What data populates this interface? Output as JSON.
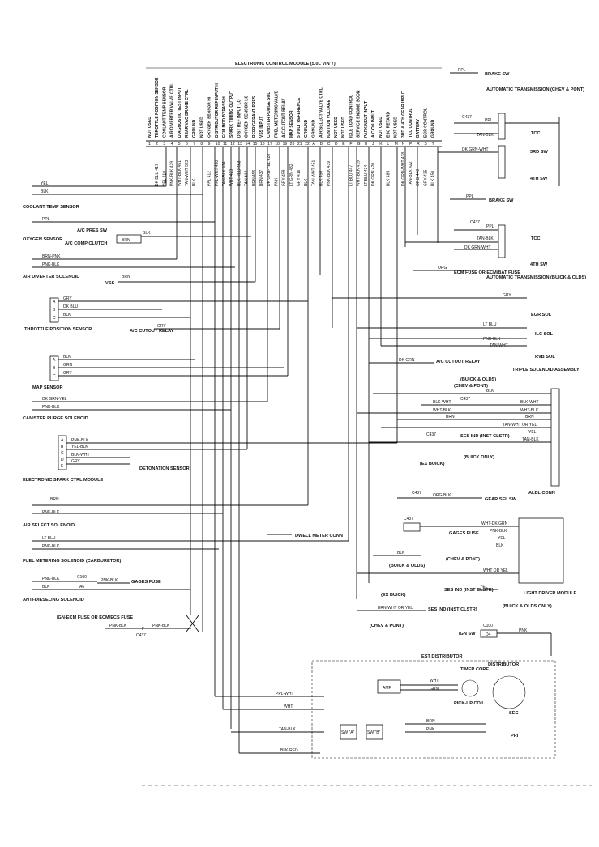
{
  "ecm": {
    "title": "ELECTRONIC CONTROL MODULE (5.0L VIN Y)",
    "pins": [
      {
        "n": "1",
        "fn": "NOT USED",
        "wire": ""
      },
      {
        "n": "2",
        "fn": "THROTTLE POSITION SENSOR",
        "wire": "DK BLU 417"
      },
      {
        "n": "3",
        "fn": "COOLANT TEMP SENSOR",
        "wire": "YEL 410"
      },
      {
        "n": "4",
        "fn": "AIR DIVERTER VALVE CTRL",
        "wire": "PNK-BLK 429"
      },
      {
        "n": "5",
        "fn": "DIAGNOSTIC TEST INPUT",
        "wire": "WHT-BLK 451"
      },
      {
        "n": "6",
        "fn": "REAR VAC BRAKE CTRL",
        "wire": "TAN-WHT 523"
      },
      {
        "n": "7",
        "fn": "GROUND",
        "wire": "BLK"
      },
      {
        "n": "8",
        "fn": "NOT USED",
        "wire": ""
      },
      {
        "n": "9",
        "fn": "OXYGEN SENSOR HI",
        "wire": "PPL 412"
      },
      {
        "n": "10",
        "fn": "DISTRIBUTOR REF INPUT HI",
        "wire": "PPL-WHT 430"
      },
      {
        "n": "11",
        "fn": "ECM MOD BYPASS HI",
        "wire": "TAN-BLK 424"
      },
      {
        "n": "12",
        "fn": "SPARK TIMING OUTPUT",
        "wire": "WHT 423"
      },
      {
        "n": "13",
        "fn": "DIST REF INPUT LO",
        "wire": "BLK-RED 453"
      },
      {
        "n": "14",
        "fn": "OXYGEN SENSOR LO",
        "wire": "TAN 413"
      },
      {
        "n": "15",
        "fn": "REFRIGERANT PRES",
        "wire": "BRN 456"
      },
      {
        "n": "16",
        "fn": "VSS INPUT",
        "wire": "BRN 437"
      },
      {
        "n": "17",
        "fn": "CANISTER PURGE SOL",
        "wire": "DK GRN-YEL 428"
      },
      {
        "n": "18",
        "fn": "FUEL METERING VALVE",
        "wire": "PNK"
      },
      {
        "n": "19",
        "fn": "A/C CUTOUT RELAY",
        "wire": "GRY 459"
      },
      {
        "n": "20",
        "fn": "MAP SENSOR",
        "wire": "LT GRN 432"
      },
      {
        "n": "21",
        "fn": "5 VOLT REFERENCE",
        "wire": "GRY 416"
      },
      {
        "n": "22",
        "fn": "GROUND",
        "wire": "BLK"
      },
      {
        "n": "A",
        "fn": "GROUND",
        "wire": "TAN-WHT 451"
      },
      {
        "n": "B",
        "fn": "AIR SELECT VALVE CTRL",
        "wire": "BLK 450"
      },
      {
        "n": "C",
        "fn": "IGNITION VOLTAGE",
        "wire": "PNK-BLK 439"
      },
      {
        "n": "D",
        "fn": "NOT USED",
        "wire": ""
      },
      {
        "n": "E",
        "fn": "NOT USED",
        "wire": ""
      },
      {
        "n": "F",
        "fn": "IDLE LOAD CONTROL",
        "wire": "LT BLU 447"
      },
      {
        "n": "G",
        "fn": "SERVICE ENGINE SOON",
        "wire": "WHT-BLK 419"
      },
      {
        "n": "H",
        "fn": "PARK/NEUT INPUT",
        "wire": "LT BLU 434"
      },
      {
        "n": "J",
        "fn": "A/C ON INPUT",
        "wire": "DK GRN 420"
      },
      {
        "n": "K",
        "fn": "NOT USED",
        "wire": ""
      },
      {
        "n": "L",
        "fn": "ESC RETARD",
        "wire": "BLK 485"
      },
      {
        "n": "M",
        "fn": "NOT USED",
        "wire": ""
      },
      {
        "n": "N",
        "fn": "3RD & 4TH GEAR INPUT",
        "wire": "DK GRN-WHT 438"
      },
      {
        "n": "P",
        "fn": "TCC CONTROL",
        "wire": "TAN-BLK 422"
      },
      {
        "n": "R",
        "fn": "BATTERY",
        "wire": "ORG 440"
      },
      {
        "n": "S",
        "fn": "EGR CONTROL",
        "wire": "GRY 435"
      },
      {
        "n": "T",
        "fn": "GROUND",
        "wire": "BLK 450"
      }
    ]
  },
  "left_components": [
    {
      "id": "coolant",
      "label": "COOLANT TEMP SENSOR",
      "wires": [
        "YEL",
        "BLK"
      ]
    },
    {
      "id": "oxygen",
      "label": "OXYGEN SENSOR",
      "wires": [
        "PPL"
      ]
    },
    {
      "id": "air-diverter",
      "label": "AIR DIVERTER SOLENOID",
      "wires": [
        "BRN-PNK",
        "PNK-BLK"
      ]
    },
    {
      "id": "tps",
      "label": "THROTTLE POSITION SENSOR",
      "wires": [
        "GRY",
        "DK BLU",
        "BLK"
      ],
      "pins": [
        "A",
        "B",
        "C"
      ]
    },
    {
      "id": "map",
      "label": "MAP SENSOR",
      "wires": [
        "BLK",
        "GRN",
        "GRY"
      ],
      "pins": [
        "A",
        "B",
        "C"
      ]
    },
    {
      "id": "canister",
      "label": "CANISTER PURGE SOLENOID",
      "wires": [
        "DK GRN-YEL",
        "PNK-BLK"
      ]
    },
    {
      "id": "esc",
      "label": "ELECTRONIC SPARK CTRL MODULE",
      "wires": [
        "PNK-BLK",
        "YEL-BLK",
        "BLK-WHT",
        "GRY"
      ],
      "pins": [
        "A",
        "B",
        "C",
        "D",
        "E"
      ]
    },
    {
      "id": "air-select",
      "label": "AIR SELECT SOLENOID",
      "wires": [
        "BRN",
        "PNK-BLK"
      ]
    },
    {
      "id": "fuel-metering",
      "label": "FUEL METERING SOLENOID (CARBURETOR)",
      "wires": [
        "LT BLU",
        "PNK-BLK"
      ]
    },
    {
      "id": "anti-dieseling",
      "label": "ANTI-DIESELING SOLENOID",
      "wires": [
        "PNK-BLK",
        "BLK"
      ]
    }
  ],
  "middle_labels": {
    "ac_pres_sw": "A/C PRES SW",
    "ac_comp_clutch": "A/C COMP CLUTCH",
    "brn": "BRN",
    "blk": "BLK",
    "vss": "VSS",
    "ac_cutout_relay": "A/C CUTOUT RELAY",
    "gry": "GRY",
    "detonation_sensor": "DETONATION SENSOR",
    "dwell_meter": "DWELL METER CONN",
    "c100": "C100",
    "gages_fuse": "GAGES FUSE",
    "a6": "A6",
    "ign_ecm_fuse": "IGN-ECM FUSE OR ECM/ECS FUSE",
    "f": "F",
    "c437": "C437",
    "pnk_blk": "PNK-BLK",
    "k": "K"
  },
  "right_components": {
    "brake_sw_1": "BRAKE SW",
    "auto_trans_1": "AUTOMATIC TRANSMISSION (CHEV & PONT)",
    "tcc": "TCC",
    "third_sw": "3RD SW",
    "fourth_sw": "4TH SW",
    "brake_sw_2": "BRAKE SW",
    "ecm_fuse": "ECM FUSE OR ECM/BAT FUSE",
    "auto_trans_2": "AUTOMATIC TRANSMISSION (BUICK & OLDS)",
    "egr_sol": "EGR SOL",
    "ilc_sol": "ILC SOL",
    "rvb_sol": "RVB SOL",
    "triple_solenoid": "TRIPLE SOLENOID ASSEMBLY",
    "ac_cutout_relay": "A/C CUTOUT RELAY",
    "buick_olds": "(BUICK & OLDS)",
    "chev_pont": "(CHEV & PONT)",
    "ses_ind": "SES IND (INST CLSTR)",
    "ex_buick": "(EX BUICK)",
    "buick_only": "(BUICK ONLY)",
    "aldl_conn": "ALDL CONN",
    "gear_sel_sw": "GEAR SEL SW",
    "gages_fuse": "GAGES FUSE",
    "light_driver": "LIGHT DRIVER MODULE",
    "buick_olds_only": "(BUICK & OLDS ONLY)",
    "ign_sw": "IGN SW",
    "c100": "C100",
    "d4": "D4",
    "est_distributor": "EST DISTRIBUTOR",
    "timer_core": "TIMER CORE",
    "distributor": "DISTRIBUTOR",
    "pickup_coil": "PICK-UP COIL",
    "amp": "AMP",
    "sw_a": "SW \"A\"",
    "sw_b": "SW \"B\"",
    "sec": "SEC",
    "pri": "PRI",
    "wires": {
      "ppl": "PPL",
      "tan_blk": "TAN-BLK",
      "dk_grn_wht": "DK GRN-WHT",
      "c437": "C437",
      "org": "ORG",
      "gry": "GRY",
      "lt_blu": "LT BLU",
      "pnk_blk": "PNK-BLK",
      "tan_wht": "TAN-WHT",
      "dk_grn": "DK GRN",
      "blk": "BLK",
      "blk_wht": "BLK-WHT",
      "wht_blk": "WHT-BLK",
      "brn": "BRN",
      "tan_wht_or_yel": "TAN-WHT OR YEL",
      "yel": "YEL",
      "org_blk": "ORG-BLK",
      "wht_dk_grn": "WHT-DK GRN",
      "wht_or_yel": "WHT OR YEL",
      "brn_wht_or_yel": "BRN-WHT OR YEL",
      "ppl_wht": "PPL-WHT",
      "wht": "WHT",
      "blk_red": "BLK-RED",
      "pnk": "PNK",
      "grn": "GRN"
    }
  }
}
